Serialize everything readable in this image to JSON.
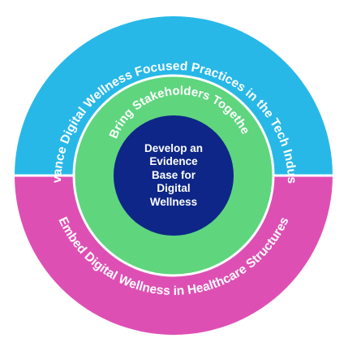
{
  "colors": {
    "outer_top": "#27b8e8",
    "outer_bottom": "#de4fb4",
    "middle": "#5fd57e",
    "core": "#0d2687",
    "divider": "#ffffff",
    "text": "#ffffff"
  },
  "rings": {
    "outer_top_label": "Advance Digital Wellness Focused Practices in the Tech Industry",
    "outer_bottom_label": "Embed Digital Wellness in Healthcare Structures",
    "middle_label": "Bring Stakeholders Together"
  },
  "core": {
    "lines": [
      "Develop an",
      "Evidence",
      "Base for",
      "Digital",
      "Wellness"
    ]
  }
}
